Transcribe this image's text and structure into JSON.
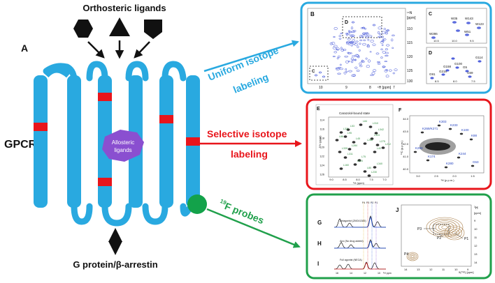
{
  "title_ligands": "Orthosteric ligands",
  "panel_labels": {
    "A": "A",
    "B": "B",
    "C": "C",
    "D": "D",
    "E": "E",
    "F": "F",
    "G": "G",
    "H": "H",
    "I": "I",
    "J": "J"
  },
  "gpcr_label": "GPCR",
  "allosteric_label": {
    "line1": "Allosteric",
    "line2": "ligands"
  },
  "transducer_label": "G protein/β-arrestin",
  "methods": {
    "uniform": {
      "line1": "Uniform isotope",
      "line2": "labeling",
      "color": "#29a9e0"
    },
    "selective": {
      "line1": "Selective isotope",
      "line2": "labeling",
      "color": "#e8151b"
    },
    "fluorine": {
      "sup": "19",
      "text": "F probes",
      "color": "#20a04b"
    }
  },
  "colors": {
    "receptor": "#29a9e0",
    "label_band": "#e8151b",
    "allosteric": "#8a4fd0",
    "probe": "#13a24a",
    "contour_blue": "#3347d6",
    "contour_brown": "#a67a43"
  },
  "panel_B": {
    "axis_right_top": "¹⁵N",
    "axis_right_unit": "[ppm]",
    "yticks": [
      "110",
      "115",
      "120",
      "125",
      "130"
    ],
    "xticks": [
      "10",
      "9",
      "8",
      "7"
    ],
    "xlabel": "¹H [ppm]",
    "box_d": "D",
    "box_c": "C"
  },
  "panel_C": {
    "peaks": [
      "W35",
      "W143",
      "W123",
      "W286",
      "W51"
    ],
    "xticks": [
      "10.5",
      "10.0",
      "9.5"
    ]
  },
  "panel_D": {
    "peaks": [
      "G114",
      "G100",
      "G158",
      "G218",
      "G91",
      "G5",
      "G69"
    ],
    "xticks": [
      "8.5",
      "8.0",
      "7.5"
    ]
  },
  "panel_E": {
    "title": "Carazolol-bound state",
    "ylabel": "¹⁵N (ppm)",
    "xlabel": "¹H (ppm)",
    "yticks": [
      "114",
      "116",
      "118",
      "120",
      "122",
      "124",
      "126"
    ],
    "xticks": [
      "9.0",
      "8.5",
      "8.0",
      "7.5",
      "7.0"
    ],
    "peaks": [
      "L84",
      "L310",
      "L53",
      "L311",
      "L342",
      "L95",
      "L324",
      "L86",
      "L45",
      "L266",
      "L275",
      "L212",
      "L284",
      "L339",
      "L40",
      "L311b",
      "L75",
      "L115",
      "L160",
      "L80",
      "L340",
      "L230"
    ]
  },
  "panel_F": {
    "ylabel": "¹³C (p.p.m.)",
    "xlabel": "¹H (p.p.m.)",
    "yticks": [
      "40.0",
      "41.0",
      "42.0",
      "43.0",
      "44.0"
    ],
    "xticks": [
      "3.0",
      "2.5",
      "2.0",
      "1.5"
    ],
    "peaks": [
      "K303",
      "K269/K271",
      "K233",
      "K100",
      "K88",
      "K293",
      "K174",
      "K280",
      "K244",
      "G53"
    ]
  },
  "panel_GHI": {
    "G_label": "Antagonist (ZM241385)",
    "H_label": "Apo (No drug added)",
    "I_label": "Full agonist (NECA)",
    "xticks": [
      "16",
      "14",
      "12",
      "10"
    ],
    "xlabel": "¹H ppm",
    "states": [
      "P4",
      "P3",
      "P2",
      "P1"
    ]
  },
  "panel_J": {
    "ylabel_sup": "1",
    "ylabel": "H",
    "yunit": "[ppm]",
    "yticks": [
      "9",
      "10",
      "11",
      "12",
      "13",
      "14"
    ],
    "xticks": [
      "14",
      "13",
      "12",
      "11",
      "10",
      "9"
    ],
    "xlabel": "δ(¹⁹F) [ppm]",
    "peaks": [
      "P3",
      "P2",
      "P1",
      "P4"
    ]
  }
}
